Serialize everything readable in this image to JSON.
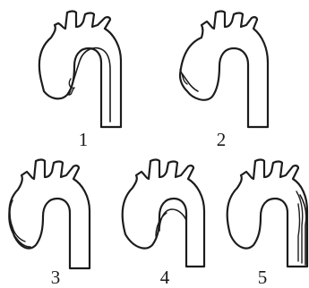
{
  "figure": {
    "panels": [
      {
        "id": "1",
        "label": "1"
      },
      {
        "id": "2",
        "label": "2"
      },
      {
        "id": "3",
        "label": "3"
      },
      {
        "id": "4",
        "label": "4"
      },
      {
        "id": "5",
        "label": "5"
      }
    ]
  }
}
